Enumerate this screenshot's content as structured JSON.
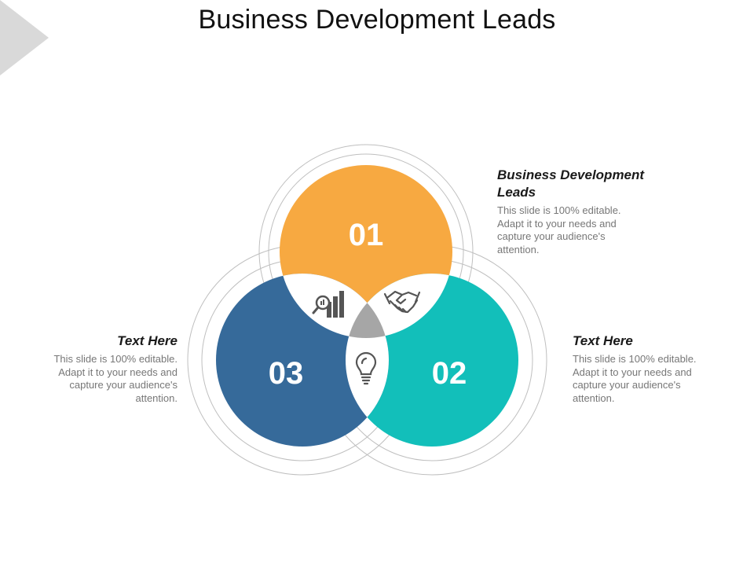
{
  "slide": {
    "title": "Business Development Leads"
  },
  "colors": {
    "orange": "#F7A941",
    "teal": "#12BFBA",
    "blue": "#366A9A",
    "center": "#A6A6A6",
    "outline": "#BFBFBF"
  },
  "circles": [
    {
      "number": "01",
      "color_key": "orange"
    },
    {
      "number": "02",
      "color_key": "teal"
    },
    {
      "number": "03",
      "color_key": "blue"
    }
  ],
  "icons": [
    "magnifier-chart-icon",
    "handshake-icon",
    "lightbulb-icon"
  ],
  "blocks": [
    {
      "heading": "Business Development Leads",
      "body": "This slide is 100% editable. Adapt it to your needs and capture your audience's attention."
    },
    {
      "heading": "Text Here",
      "body": "This slide is 100% editable. Adapt it to your needs and capture your audience's attention."
    },
    {
      "heading": "Text Here",
      "body": "This slide is 100% editable. Adapt it to your needs and capture your audience's attention."
    }
  ]
}
